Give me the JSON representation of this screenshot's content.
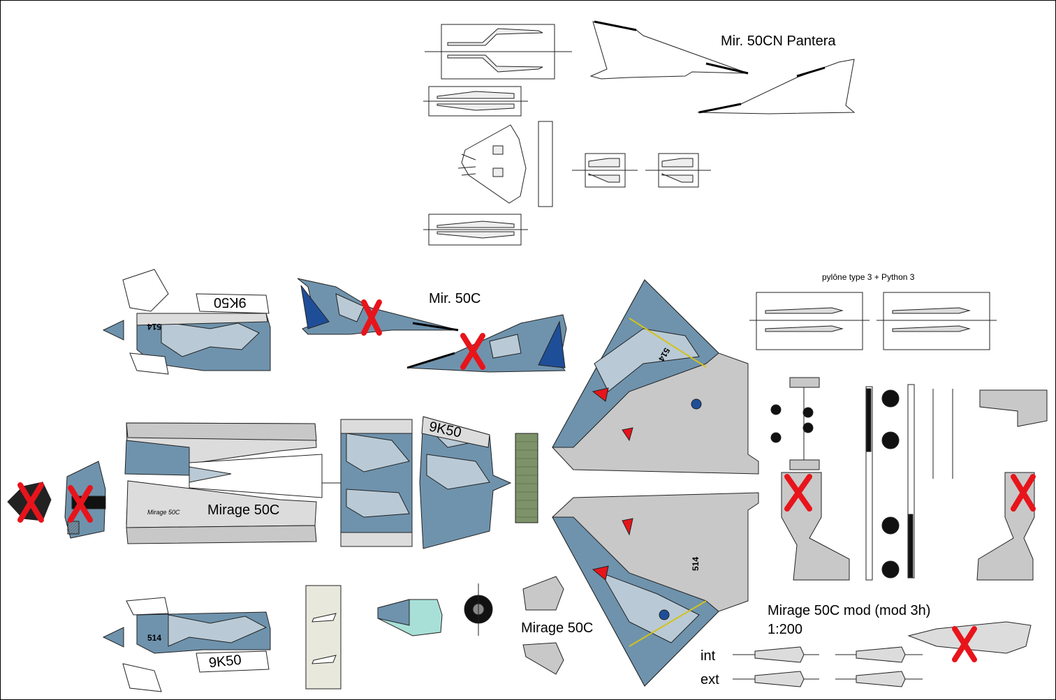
{
  "sheet": {
    "title": "Mirage 50C mod (mod 3h)",
    "scale": "1:200"
  },
  "labels": {
    "pantera": "Mir. 50CN Pantera",
    "mir50c": "Mir. 50C",
    "pylon": "pylône type 3 + Python 3",
    "mirage_fuselage": "Mirage 50C",
    "mirage_intake": "Mirage 50C",
    "int": "int",
    "ext": "ext"
  },
  "markings": {
    "serial_top": "9K50",
    "serial_right": "9K50",
    "serial_bottom": "9K50",
    "tail_number": "514",
    "nose_script": "Mirage 50C"
  },
  "colors": {
    "camo_blue": "#6f93ad",
    "camo_light": "#b9cad6",
    "camo_grey": "#c8c8c8",
    "pale_grey": "#dcdcdc",
    "flag_blue": "#1f4e99",
    "reject_red": "#e8141b",
    "olive": "#7d9269",
    "canopy": "#a8e0d8"
  }
}
